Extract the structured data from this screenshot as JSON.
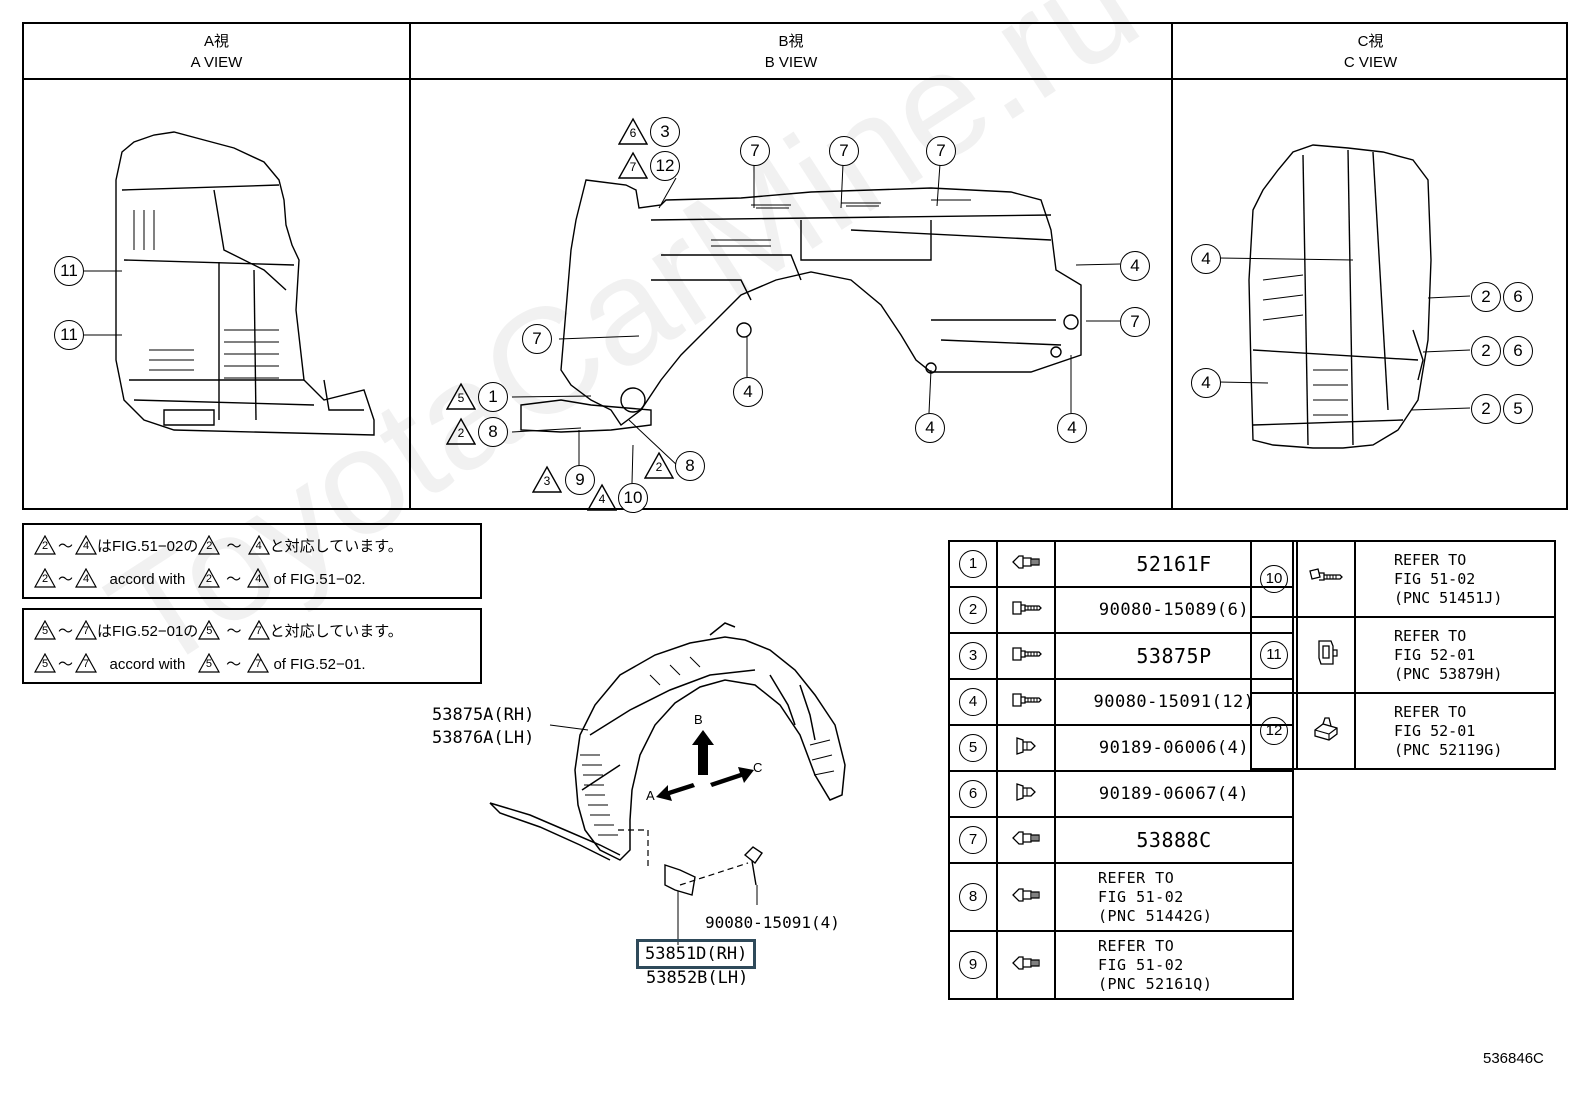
{
  "views": [
    {
      "title_jp": "A視",
      "title_en": "A VIEW"
    },
    {
      "title_jp": "B視",
      "title_en": "B VIEW"
    },
    {
      "title_jp": "C視",
      "title_en": "C VIEW"
    }
  ],
  "notes": [
    {
      "jp": {
        "from": "2",
        "to": "4",
        "text1": "はFIG.51−02の",
        "text2": "と対応しています。"
      },
      "en": {
        "from": "2",
        "to": "4",
        "text1": "accord with",
        "text2": "of FIG.51−02."
      }
    },
    {
      "jp": {
        "from": "5",
        "to": "7",
        "text1": "はFIG.52−01の",
        "text2": "と対応しています。"
      },
      "en": {
        "from": "5",
        "to": "7",
        "text1": "accord with",
        "text2": "of FIG.52−01."
      }
    }
  ],
  "main_labels": {
    "liner_rh": "53875A(RH)",
    "liner_lh": "53876A(LH)",
    "bolt": "90080-15091(4)",
    "bracket_rh": "53851D(RH)",
    "bracket_lh": "53852B(LH)",
    "dir_a": "A",
    "dir_b": "B",
    "dir_c": "C"
  },
  "parts": [
    {
      "num": "1",
      "icon": "clip-icon",
      "part": "52161F",
      "style": "big"
    },
    {
      "num": "2",
      "icon": "screw-icon",
      "part": "90080-15089(6)",
      "style": "normal"
    },
    {
      "num": "3",
      "icon": "screw-icon",
      "part": "53875P",
      "style": "big"
    },
    {
      "num": "4",
      "icon": "screw-icon",
      "part": "90080-15091(12)",
      "style": "normal"
    },
    {
      "num": "5",
      "icon": "rivet-icon",
      "part": "90189-06006(4)",
      "style": "normal"
    },
    {
      "num": "6",
      "icon": "rivet-icon",
      "part": "90189-06067(4)",
      "style": "normal"
    },
    {
      "num": "7",
      "icon": "clip-icon",
      "part": "53888C",
      "style": "big"
    },
    {
      "num": "8",
      "icon": "clip-icon",
      "ref1": "REFER TO",
      "ref2": "FIG 51-02",
      "ref3": "(PNC 51442G)",
      "style": "ref"
    },
    {
      "num": "9",
      "icon": "clip-icon",
      "ref1": "REFER TO",
      "ref2": "FIG 51-02",
      "ref3": "(PNC 52161Q)",
      "style": "ref"
    }
  ],
  "ref_parts": [
    {
      "num": "10",
      "icon": "bolt-icon",
      "ref1": "REFER TO",
      "ref2": "FIG 51-02",
      "ref3": "(PNC 51451J)"
    },
    {
      "num": "11",
      "icon": "retainer-icon",
      "ref1": "REFER TO",
      "ref2": "FIG 52-01",
      "ref3": "(PNC 53879H)"
    },
    {
      "num": "12",
      "icon": "nut-icon",
      "ref1": "REFER TO",
      "ref2": "FIG 52-01",
      "ref3": "(PNC 52119G)"
    }
  ],
  "b_view_callouts": {
    "tri6": "6",
    "c3": "3",
    "tri7": "7",
    "c12": "12",
    "c7a": "7",
    "c7b": "7",
    "c7c": "7",
    "c7left": "7",
    "c7right": "7",
    "c4top": "4",
    "c4mid": "4",
    "c4bl": "4",
    "c4br": "4",
    "tri5": "5",
    "c1": "1",
    "tri2a": "2",
    "c8a": "8",
    "tri3": "3",
    "c9": "9",
    "tri4": "4",
    "c10": "10",
    "tri2b": "2",
    "c8b": "8"
  },
  "a_view_callouts": {
    "c11a": "11",
    "c11b": "11"
  },
  "c_view_callouts": {
    "c4a": "4",
    "c4b": "4",
    "c2a": "2",
    "c6a": "6",
    "c2b": "2",
    "c6b": "6",
    "c2c": "2",
    "c5": "5"
  },
  "watermark": "ToyotaCarMine.ru",
  "figure_code": "536846C"
}
